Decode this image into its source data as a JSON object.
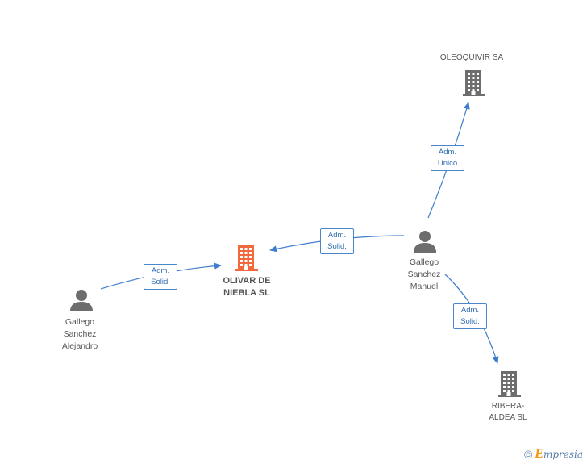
{
  "nodes": {
    "olivar": {
      "label": "OLIVAR DE\nNIEBLA SL",
      "type": "company",
      "highlight": true
    },
    "oleoquivir": {
      "label": "OLEOQUIVIR SA",
      "type": "company",
      "highlight": false
    },
    "ribera": {
      "label": "RIBERA-\nALDEA SL",
      "type": "company",
      "highlight": false
    },
    "manuel": {
      "label": "Gallego\nSanchez\nManuel",
      "type": "person"
    },
    "alejandro": {
      "label": "Gallego\nSanchez\nAlejandro",
      "type": "person"
    }
  },
  "edges": [
    {
      "from": "alejandro",
      "to": "olivar",
      "label": "Adm.\nSolid."
    },
    {
      "from": "manuel",
      "to": "olivar",
      "label": "Adm.\nSolid."
    },
    {
      "from": "manuel",
      "to": "oleoquivir",
      "label": "Adm.\nUnico"
    },
    {
      "from": "manuel",
      "to": "ribera",
      "label": "Adm.\nSolid."
    }
  ],
  "colors": {
    "edge": "#3d7ccc",
    "company_highlight": "#f26a3b",
    "company": "#6d6d6d",
    "person": "#6d6d6d"
  },
  "icons": {
    "company": "building-icon",
    "person": "person-icon"
  },
  "footer": {
    "copyright_symbol": "©",
    "brand_initial": "E",
    "brand_rest": "mpresia"
  }
}
